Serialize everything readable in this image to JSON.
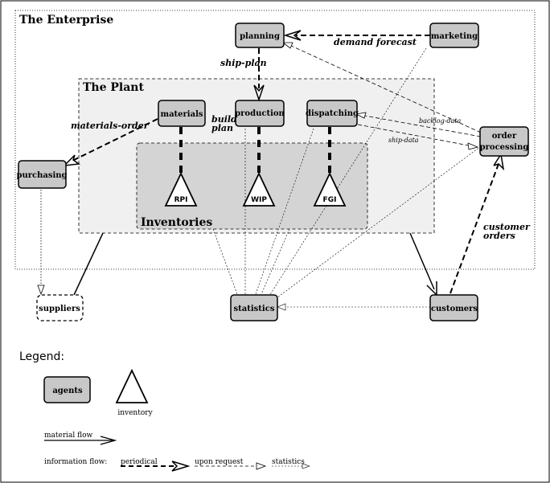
{
  "regions": {
    "enterprise": "The Enterprise",
    "plant": "The Plant",
    "inventories": "Inventories"
  },
  "agents": {
    "planning": "planning",
    "marketing": "marketing",
    "materials": "materials",
    "production": "production",
    "dispatching": "dispatching",
    "order_processing_1": "order",
    "order_processing_2": "processing",
    "purchasing": "purchasing",
    "suppliers": "suppliers",
    "statistics": "statistics",
    "customers": "customers"
  },
  "inventories": {
    "rpi": "RPI",
    "wip": "WIP",
    "fgi": "FGI"
  },
  "flows": {
    "demand_forecast": "demand forecast",
    "ship_plan": "ship-plan",
    "build_plan_1": "build",
    "build_plan_2": "plan",
    "materials_order": "materials-order",
    "backlog_data": "backlog-data",
    "ship_data": "ship-data",
    "customer_orders_1": "customer",
    "customer_orders_2": "orders"
  },
  "legend": {
    "title": "Legend:",
    "agents": "agents",
    "inventory": "inventory",
    "material_flow": "material flow",
    "information_flow": "information flow:",
    "periodical": "periodical",
    "upon_request": "upon request",
    "statistics": "statistics"
  }
}
